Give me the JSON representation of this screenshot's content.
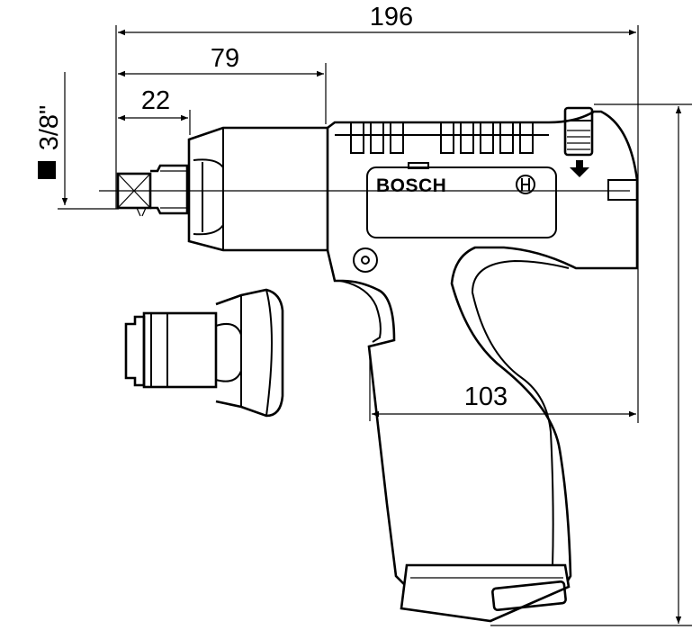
{
  "dimensions": {
    "overall_length": "196",
    "front_to_body": "79",
    "drive_length": "22",
    "grip_width": "103",
    "square_drive": "3/8\""
  },
  "brand_label": "BOSCH",
  "icons": {
    "square_drive_symbol": "filled-square",
    "direction_arrow": "down-arrow",
    "logo_mark": "bosch-armature-logo"
  }
}
